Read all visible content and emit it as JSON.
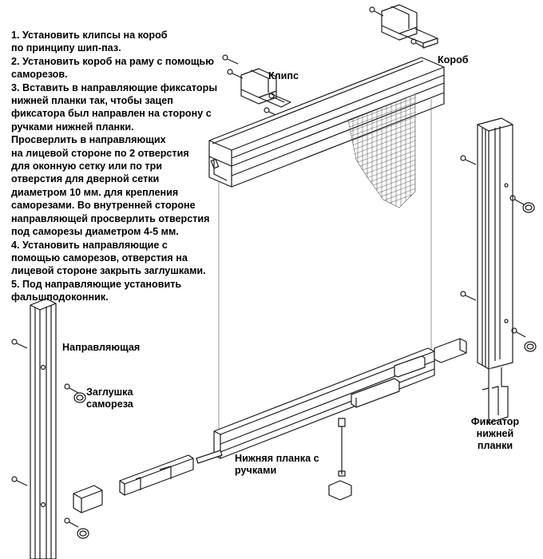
{
  "instructions": [
    "1. Установить клипсы на короб",
    "по принципу шип-паз.",
    "2. Установить короб на раму с помощью",
    "саморезов.",
    "3. Вставить в направляющие фиксаторы",
    "нижней планки так, чтобы зацеп",
    "фиксатора был направлен на сторону с",
    "ручками нижней планки.",
    "Просверлить в направляющих",
    "на лицевой стороне по 2 отверстия",
    "для оконную сетку или по три",
    "отверстия для дверной сетки",
    "диаметром 10 мм. для крепления",
    "саморезами. Во внутренней стороне",
    "направляющей просверлить  отверстия",
    "под саморезы диаметром 4-5 мм.",
    "4. Установить направляющие с",
    "помощью саморезов, отверстия на",
    "лицевой стороне закрыть заглушками.",
    "5. Под направляющие установить",
    "фальшподоконник."
  ],
  "labels": {
    "korob": "Короб",
    "klips": "Клипс",
    "napravlyayushchaya": "Направляющая",
    "zaglushka": "Заглушка самореза",
    "fiksator": "Фиксатор нижней планки",
    "nizhnyaya_planka": "Нижняя планка с ручками"
  },
  "colors": {
    "line": "#1a1a1a",
    "fill": "#ffffff",
    "mesh": "#555555"
  }
}
